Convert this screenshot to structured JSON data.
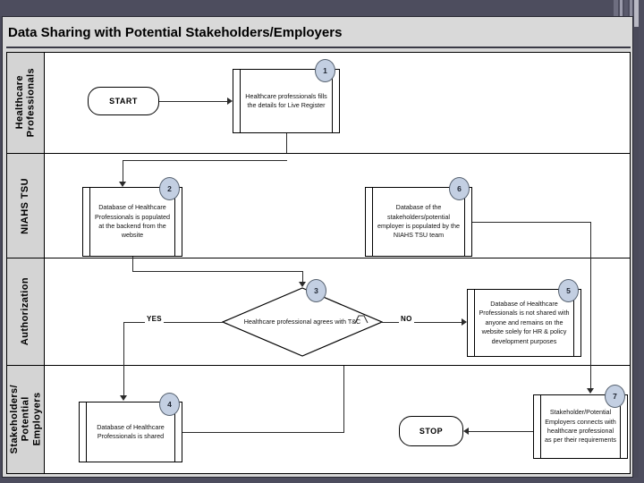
{
  "slide": {
    "title": "Data Sharing with Potential Stakeholders/Employers"
  },
  "lanes": [
    {
      "id": "healthcare-professionals",
      "label": "Healthcare\nProfessionals"
    },
    {
      "id": "niahs-tsu",
      "label": "NIAHS TSU"
    },
    {
      "id": "authorization",
      "label": "Authorization"
    },
    {
      "id": "stakeholders-employers",
      "label": "Stakeholders/\nPotential\nEmployers"
    }
  ],
  "nodes": {
    "start": {
      "label": "START"
    },
    "step1": {
      "badge": "1",
      "label": "Healthcare professionals fills the details for Live Register"
    },
    "step2": {
      "badge": "2",
      "label": "Database of Healthcare Professionals is populated at the backend from the website"
    },
    "step6": {
      "badge": "6",
      "label": "Database of the stakeholders/potential employer is populated by the NIAHS TSU team"
    },
    "decision3": {
      "badge": "3",
      "label": "Healthcare professional agrees with T&C"
    },
    "step5": {
      "badge": "5",
      "label": "Database of Healthcare Professionals is not shared with anyone and remains on the website solely for HR & policy development purposes"
    },
    "step4": {
      "badge": "4",
      "label": "Database of Healthcare Professionals is shared"
    },
    "step7": {
      "badge": "7",
      "label": "Stakeholder/Potential Employers connects with healthcare professional as per their requirements"
    },
    "stop": {
      "label": "STOP"
    }
  },
  "edges": {
    "yes": "YES",
    "no": "NO"
  },
  "colors": {
    "badge_fill": "#c3cfe2",
    "badge_stroke": "#55606e",
    "lane_header_fill": "#d4d4d4",
    "slide_background": "#d9d9d9",
    "chart_background": "#ffffff",
    "line": "#2b2b2b",
    "frame": "#4d4d5e"
  }
}
